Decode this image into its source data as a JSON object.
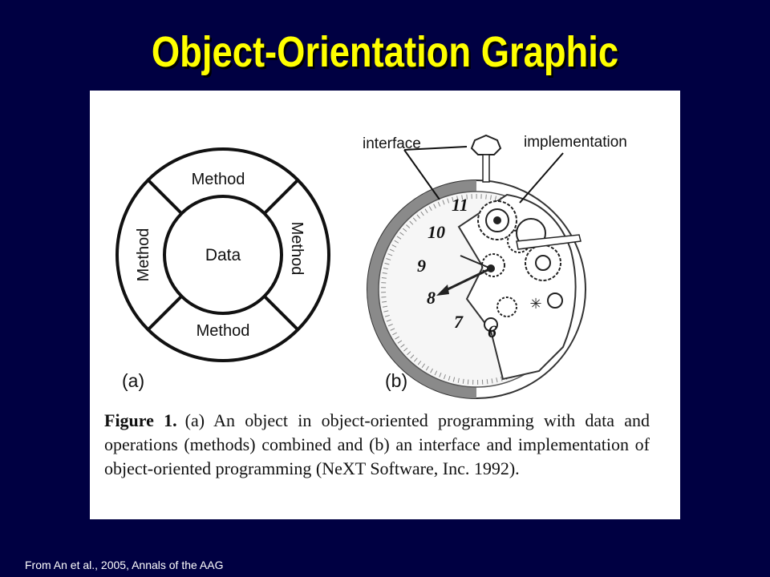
{
  "slide": {
    "title": "Object-Orientation Graphic",
    "citation": "From An et al., 2005, Annals of the AAG"
  },
  "figure": {
    "panel_a": {
      "center_label": "Data",
      "method_top": "Method",
      "method_left": "Method",
      "method_right": "Method",
      "method_bottom": "Method",
      "sublabel": "(a)"
    },
    "panel_b": {
      "label_interface": "interface",
      "label_implementation": "implementation",
      "dial_numbers": [
        "11",
        "10",
        "9",
        "8",
        "7",
        "6"
      ],
      "sublabel": "(b)"
    },
    "caption": {
      "label": "Figure 1.",
      "text": "(a) An object in object-oriented programming with data and operations (methods) combined and (b) an interface and implementation of object-oriented programming (NeXT Software, Inc. 1992)."
    }
  },
  "colors": {
    "background": "#000042",
    "title": "#ffff00",
    "panel": "#ffffff"
  }
}
